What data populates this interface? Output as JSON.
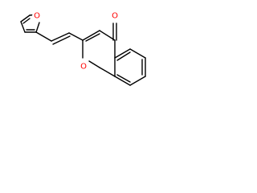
{
  "molecule": {
    "atoms": {
      "furan_oxygen": "O",
      "ring_oxygen": "O",
      "carbonyl_oxygen": "O"
    },
    "colors": {
      "bond": "#000000",
      "oxygen": "#ff0000"
    }
  }
}
